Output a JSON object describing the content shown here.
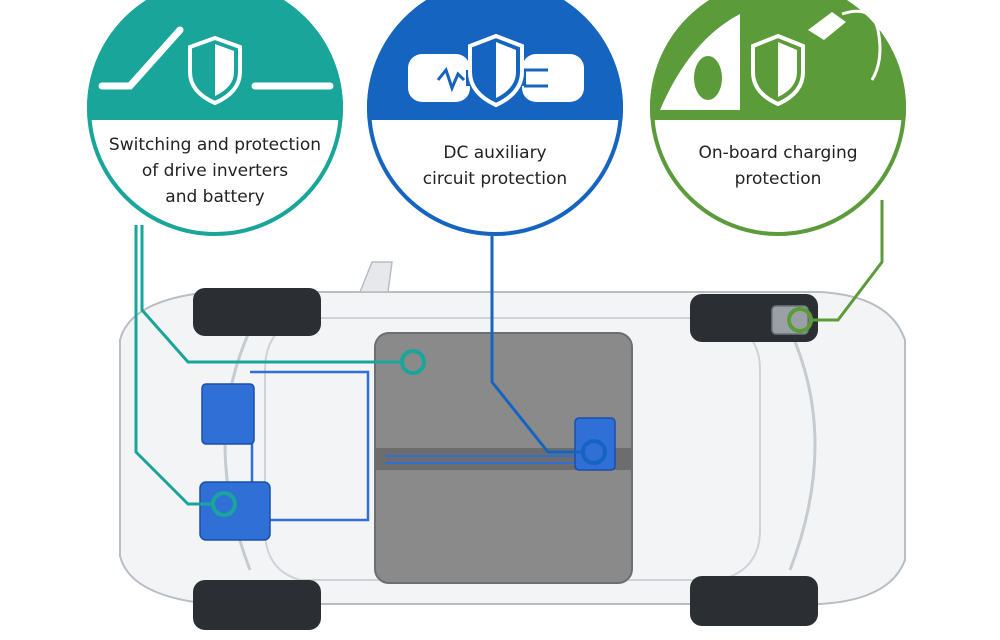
{
  "colors": {
    "teal": "#1aa59a",
    "blue": "#1565c0",
    "green": "#5b9b3a",
    "battery": "#8a8a8a",
    "component": "#2f6fd6"
  },
  "callouts": [
    {
      "id": "drive",
      "color_key": "teal",
      "icon": "shield-switch-icon",
      "lines": [
        "Switching and protection",
        "of drive inverters",
        "and battery"
      ]
    },
    {
      "id": "dc",
      "color_key": "blue",
      "icon": "shield-fuse-icon",
      "lines": [
        "DC auxiliary",
        "circuit protection"
      ]
    },
    {
      "id": "charging",
      "color_key": "green",
      "icon": "shield-plug-icon",
      "lines": [
        "On-board charging",
        "protection"
      ]
    }
  ]
}
